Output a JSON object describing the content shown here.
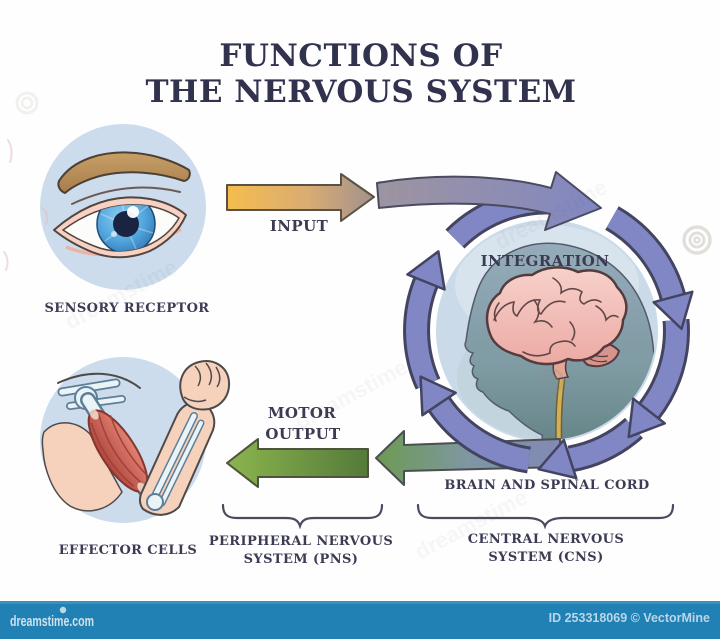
{
  "title": {
    "line1": "FUNCTIONS OF",
    "line2": "THE NERVOUS SYSTEM"
  },
  "sections": {
    "sensory_receptor": {
      "label": "SENSORY RECEPTOR"
    },
    "input": {
      "label": "INPUT"
    },
    "integration": {
      "label": "INTEGRATION"
    },
    "brain_spinal_cord": {
      "label": "BRAIN AND SPINAL CORD"
    },
    "motor_output": {
      "line1": "MOTOR",
      "line2": "OUTPUT"
    },
    "effector_cells": {
      "label": "EFFECTOR CELLS"
    },
    "pns": {
      "line1": "PERIPHERAL NERVOUS",
      "line2": "SYSTEM (PNS)"
    },
    "cns": {
      "line1": "CENTRAL NERVOUS",
      "line2": "SYSTEM (CNS)"
    }
  },
  "footer": {
    "brand": "dreamstime.com",
    "credit": "ID 253318069 © VectorMine"
  },
  "watermark": {
    "text": "dreamstime"
  },
  "colors": {
    "title_navy": "#30324e",
    "label_navy": "#3b3c54",
    "arrow_purple": "#8087c4",
    "arrow_yellow": "#f0b954",
    "arrow_green": "#76a83e",
    "circle_blue": "#ccdcec",
    "brain_pink": "#f2bdb7",
    "footer_bar_blue": "#2180b4"
  }
}
